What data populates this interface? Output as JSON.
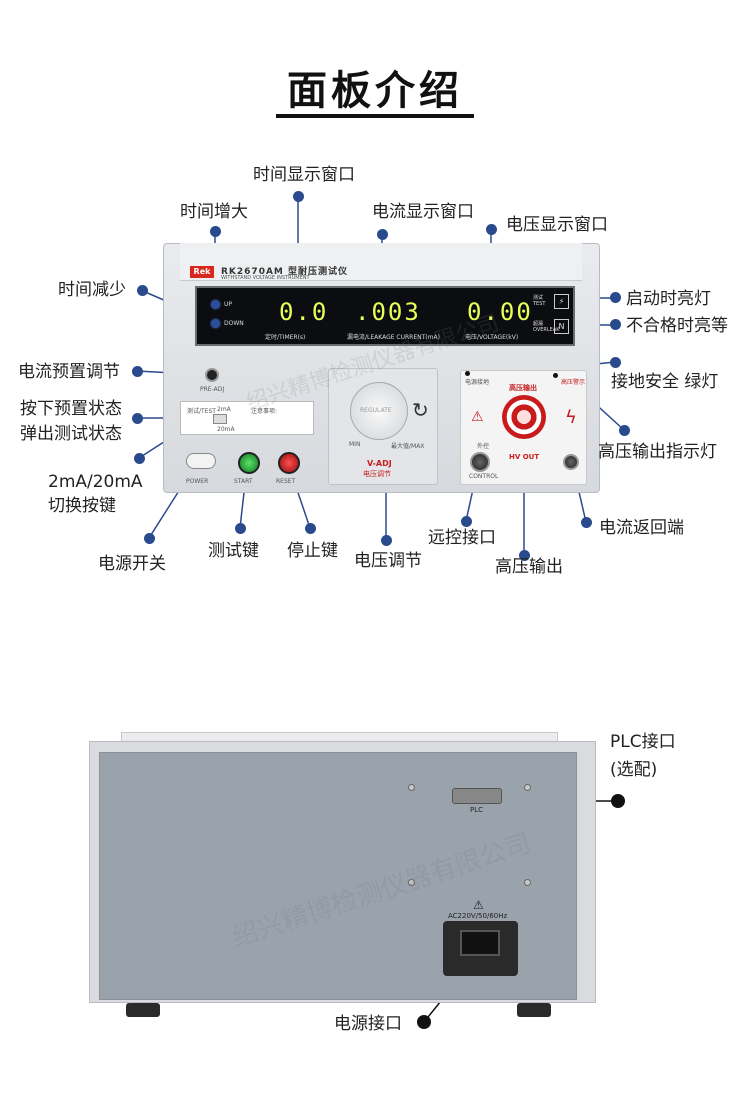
{
  "header": {
    "title": "面板介绍"
  },
  "front_labels": {
    "time_display": "时间显示窗口",
    "time_up": "时间增大",
    "current_display": "电流显示窗口",
    "voltage_display": "电压显示窗口",
    "time_down": "时间减少",
    "start_light": "启动时亮灯",
    "fail_light": "不合格时亮等",
    "current_preset": "电流预置调节",
    "press_preset_1": "按下预置状态",
    "press_preset_2": "弹出测试状态",
    "ground_safe": "接地安全 绿灯",
    "hv_indicator": "高压输出指示灯",
    "range_switch_1": "2mA/20mA",
    "range_switch_2": "切换按键",
    "remote_port": "远控接口",
    "current_return": "电流返回端",
    "power_switch": "电源开关",
    "test_key": "测试键",
    "stop_key": "停止键",
    "voltage_adjust": "电压调节",
    "hv_output": "高压输出"
  },
  "rear_labels": {
    "plc_1": "PLC接口",
    "plc_2": "(选配)",
    "power_socket": "电源接口"
  },
  "device": {
    "brand": "Rek",
    "model": "RK2670AM 型耐压测试仪",
    "model_en": "WITHSTAND VOLTAGE INSTRUMENT",
    "timer_value": "0.0",
    "current_value": ".003",
    "voltage_value": "0.00",
    "timer_unit": "定时/TIMER(s)",
    "current_unit": "漏电流/LEAKAGE CURRENT(mA)",
    "voltage_unit": "电压/VOLTAGE(kV)",
    "led_up": "UP",
    "led_down": "DOWN",
    "test_label": "测试 TEST",
    "overleak_label": "超漏 OVERLEAK",
    "knob_label": "REGULATE",
    "knob_min": "MIN",
    "knob_max": "最大值/MAX",
    "vadj": "V-ADJ",
    "vadj_cn": "电压调节",
    "hv_out_cn": "高压输出",
    "hv_out": "HV OUT",
    "ground_cn": "电源接地",
    "alarm_cn": "高压警示",
    "control_cn": "外控",
    "control": "CONTROL",
    "start_btn": "START",
    "reset_btn": "RESET",
    "power_btn": "POWER",
    "preset_label": "PRE-ADJ",
    "panel_test": "测试/TEST",
    "panel_range": "2mA",
    "panel_20ma": "20mA",
    "panel_notes": "注意事项:"
  },
  "rear_device": {
    "ac_label": "AC220V/50/60Hz",
    "plc_label": "PLC"
  },
  "watermark": "绍兴精博检测仪器有限公司",
  "colors": {
    "label_dot": "#2a4a8e",
    "display_digits": "#e6ff59",
    "hv_red": "#c91b1b"
  }
}
